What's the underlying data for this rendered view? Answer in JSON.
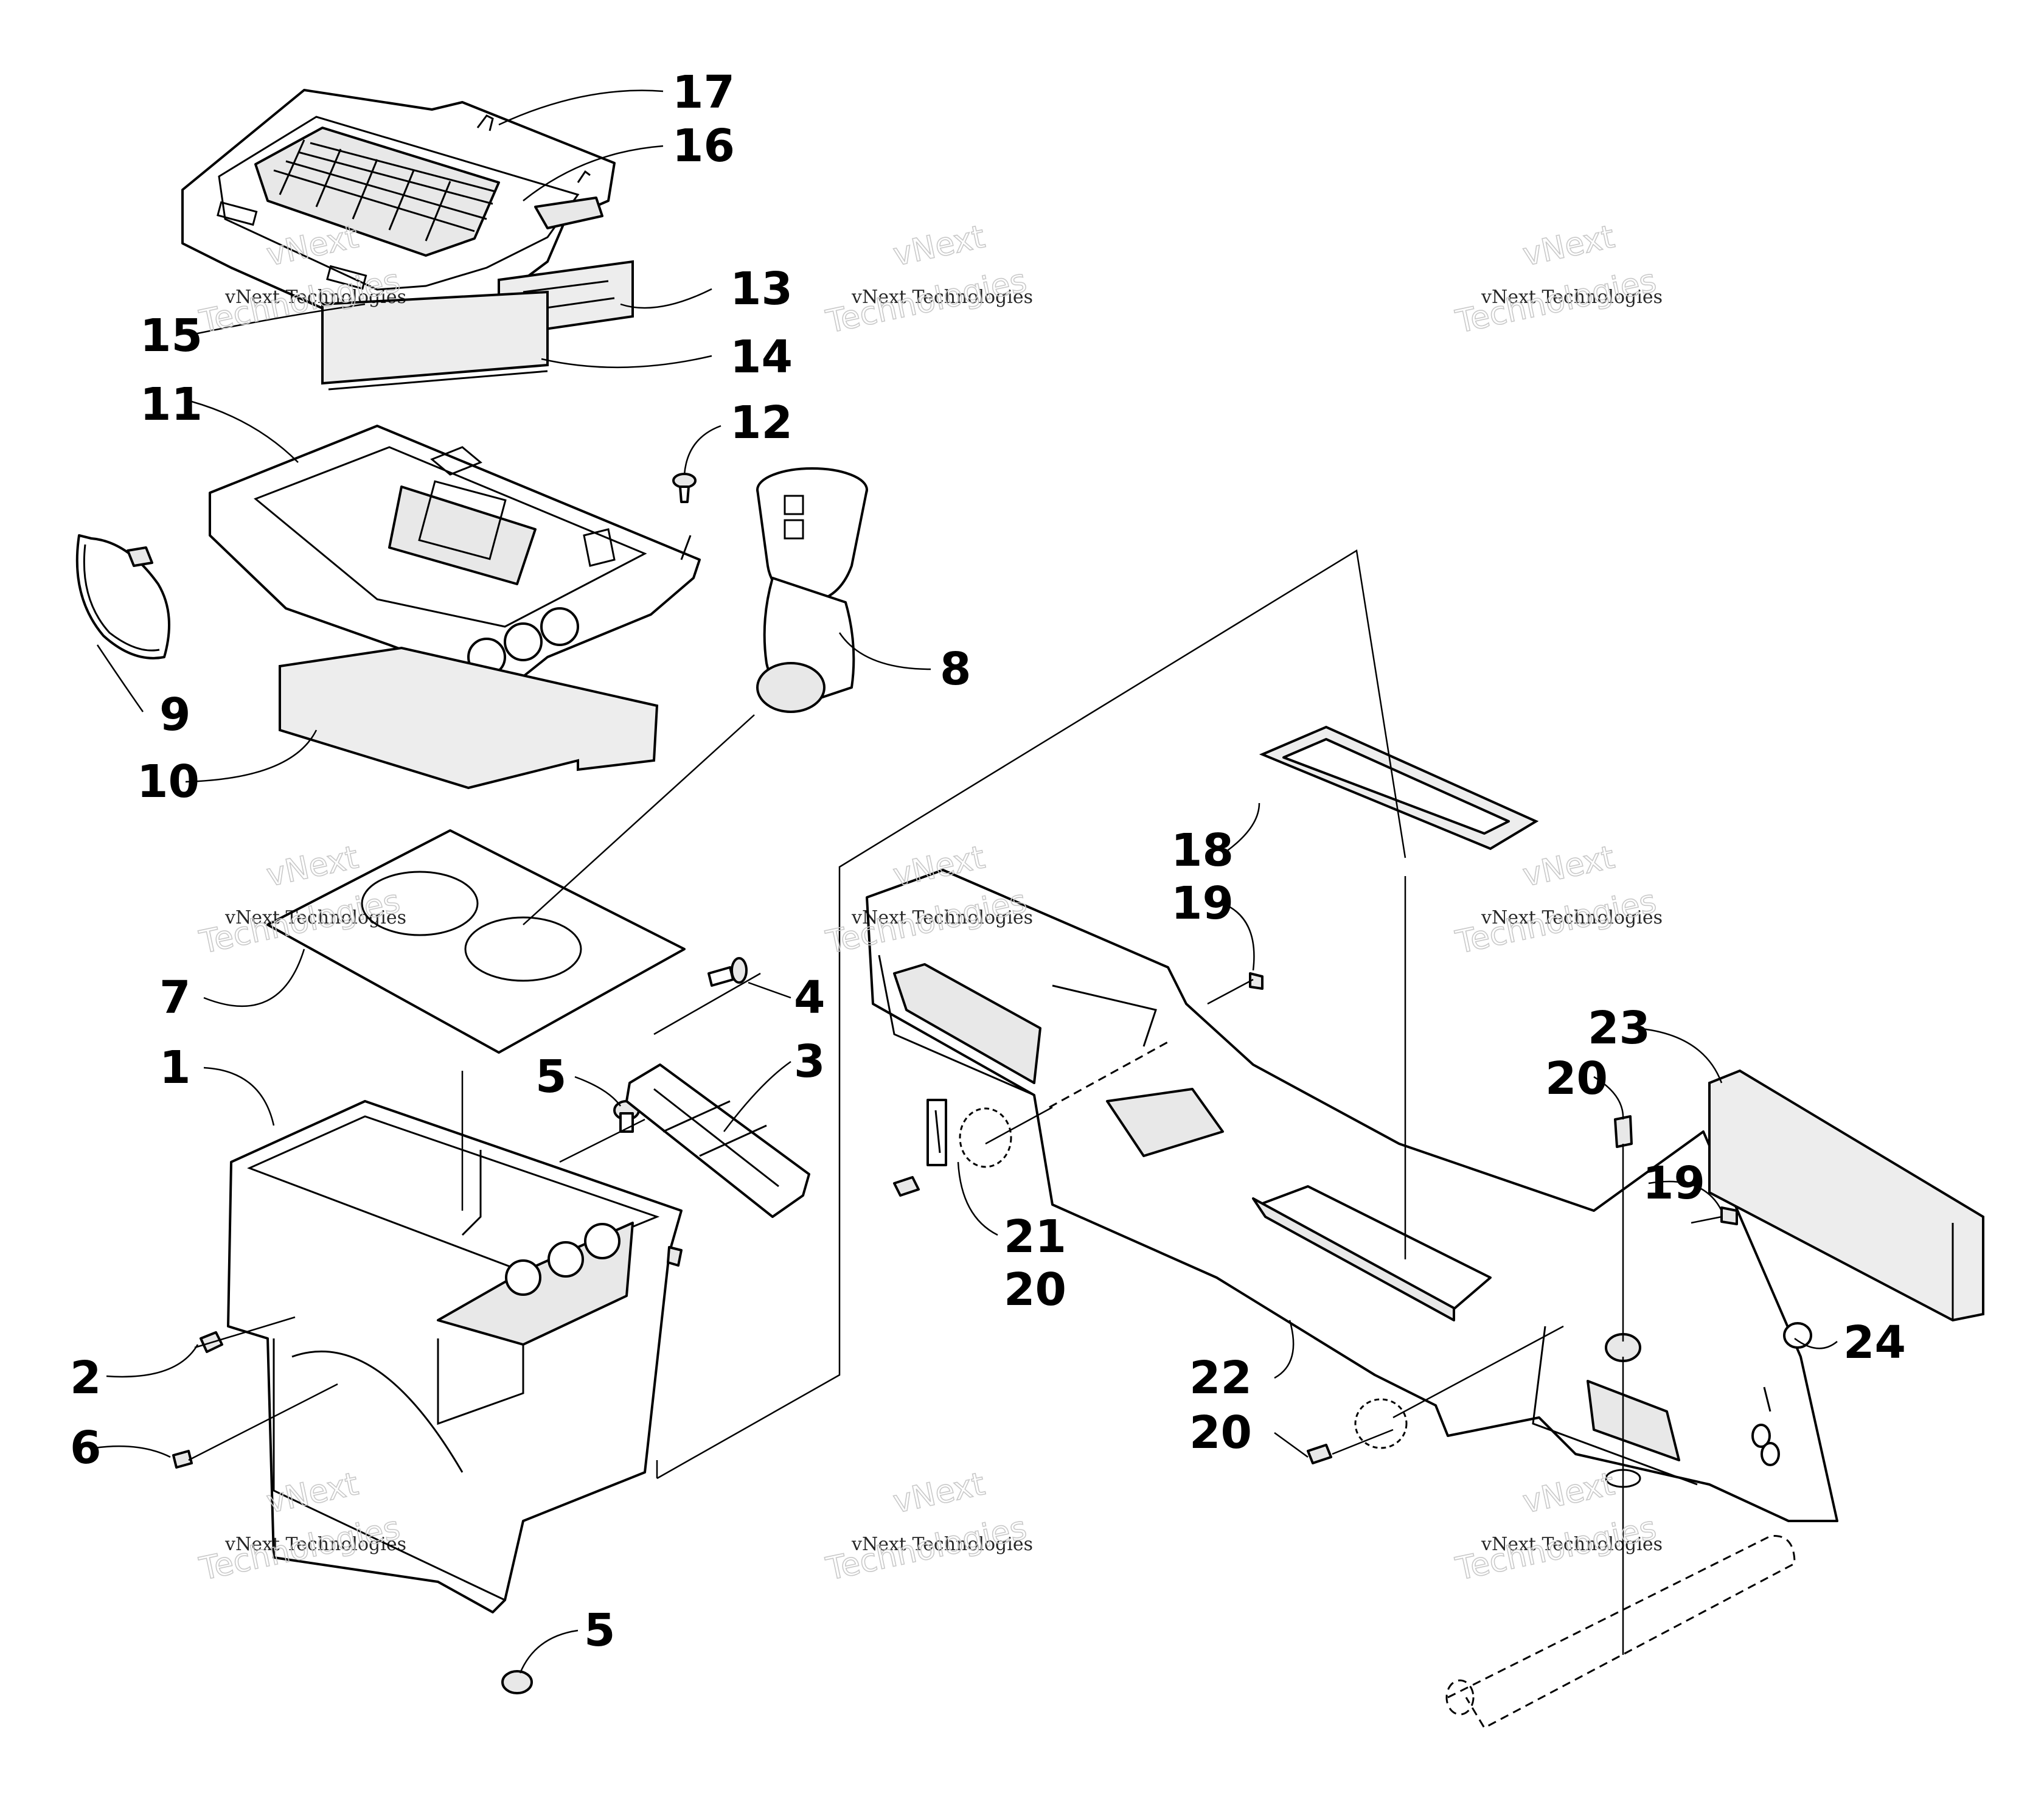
{
  "diagram": {
    "callouts": [
      {
        "id": "17",
        "label": "17"
      },
      {
        "id": "16",
        "label": "16"
      },
      {
        "id": "13",
        "label": "13"
      },
      {
        "id": "15",
        "label": "15"
      },
      {
        "id": "14",
        "label": "14"
      },
      {
        "id": "11",
        "label": "11"
      },
      {
        "id": "12",
        "label": "12"
      },
      {
        "id": "8",
        "label": "8"
      },
      {
        "id": "9",
        "label": "9"
      },
      {
        "id": "10",
        "label": "10"
      },
      {
        "id": "18",
        "label": "18"
      },
      {
        "id": "19a",
        "label": "19"
      },
      {
        "id": "4",
        "label": "4"
      },
      {
        "id": "7",
        "label": "7"
      },
      {
        "id": "3",
        "label": "3"
      },
      {
        "id": "5a",
        "label": "5"
      },
      {
        "id": "1",
        "label": "1"
      },
      {
        "id": "23",
        "label": "23"
      },
      {
        "id": "20a",
        "label": "20"
      },
      {
        "id": "19b",
        "label": "19"
      },
      {
        "id": "21",
        "label": "21"
      },
      {
        "id": "20b",
        "label": "20"
      },
      {
        "id": "24",
        "label": "24"
      },
      {
        "id": "2",
        "label": "2"
      },
      {
        "id": "22",
        "label": "22"
      },
      {
        "id": "6",
        "label": "6"
      },
      {
        "id": "20c",
        "label": "20"
      },
      {
        "id": "5b",
        "label": "5"
      }
    ],
    "watermark": {
      "small": "vNext Technologies",
      "big_top": "vNext",
      "big_bottom": "Technologies"
    }
  }
}
